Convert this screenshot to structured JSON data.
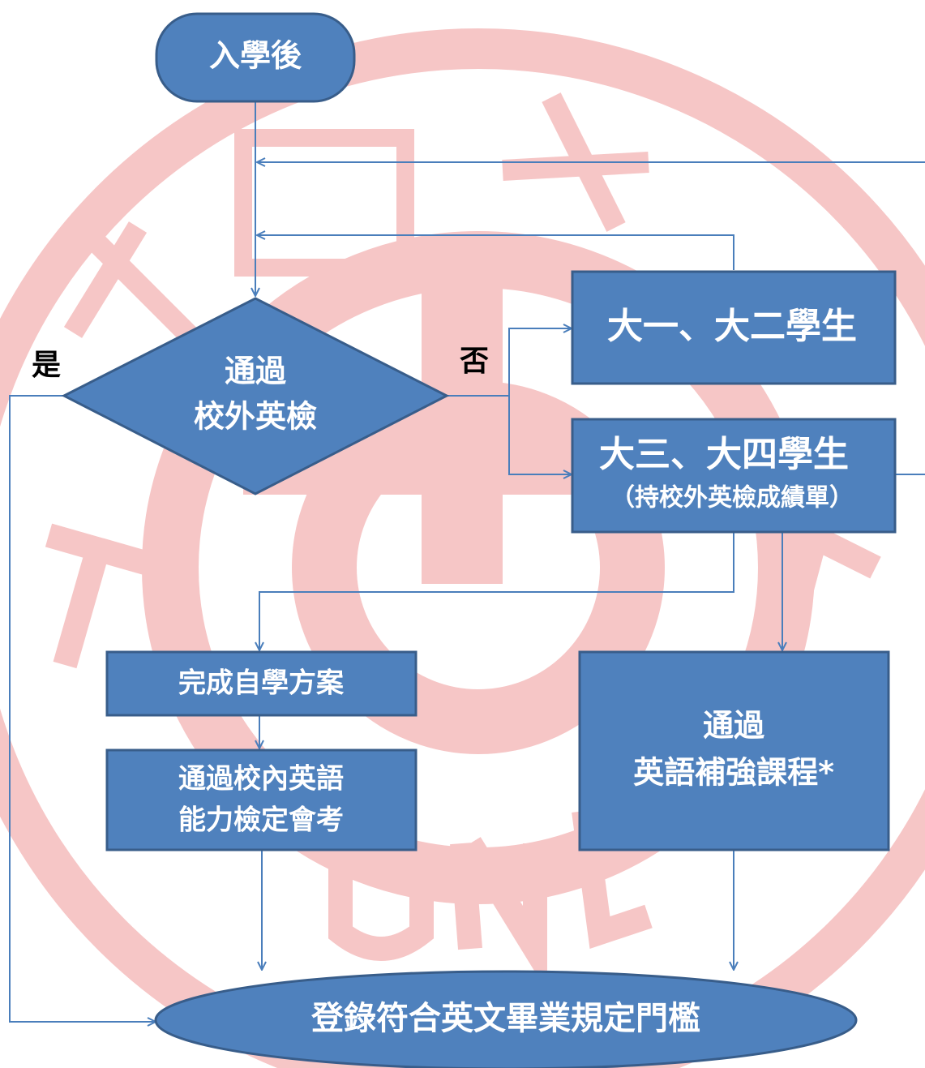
{
  "nodes": {
    "start": "入學後",
    "decision_line1": "通過",
    "decision_line2": "校外英檢",
    "freshman_sophomore": "大一、大二學生",
    "junior_senior_line1": "大三、大四學生",
    "junior_senior_line2": "（持校外英檢成績單）",
    "self_study": "完成自學方案",
    "internal_exam_line1": "通過校內英語",
    "internal_exam_line2": "能力檢定會考",
    "remedial_line1": "通過",
    "remedial_line2": "英語補強課程*",
    "end": "登錄符合英文畢業規定門檻"
  },
  "labels": {
    "yes": "是",
    "no": "否"
  },
  "colors": {
    "node_fill": "#4f81bd",
    "node_stroke": "#385d8a",
    "edge": "#4a7ebb",
    "watermark": "#f6c6c6"
  }
}
